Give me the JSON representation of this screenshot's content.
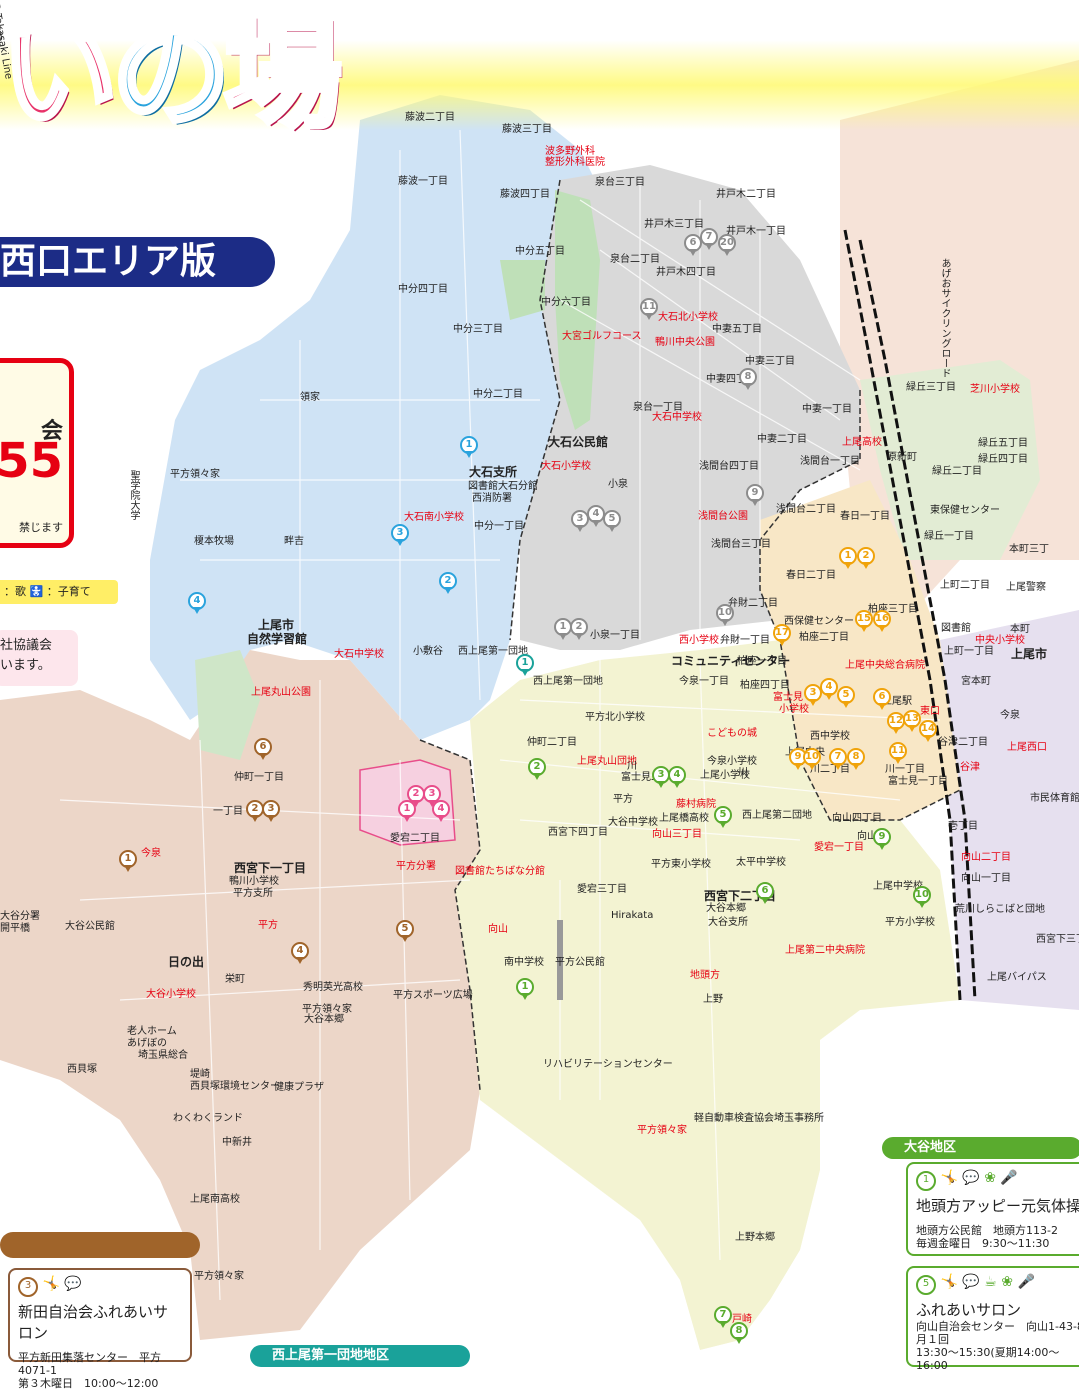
{
  "title": {
    "part1": "い",
    "part2": "の",
    "part3": "場"
  },
  "edition_label": "西口エリア版",
  "phone": {
    "line1": "会",
    "number": "55",
    "note": "禁じます"
  },
  "legend": {
    "text": "：歌",
    "text2": "：子育て"
  },
  "notice": {
    "line1": "社協議会",
    "line2": "います。"
  },
  "colors": {
    "oishi": "#cfe3f5",
    "hirakata": "#ecd6c8",
    "oya": "#f3f3d2",
    "kamio": "#d9d9d9",
    "kamio_east": "#f8e7c6",
    "green_east": "#e2ecd4",
    "title_pink": "#e8336a",
    "title_blue": "#2aa3dd",
    "edition_bg": "#1c2c86",
    "pin_blue": "#2aa3dd",
    "pin_brown": "#a0642a",
    "pin_green": "#5aab2e",
    "pin_gray": "#8c8c8c",
    "pin_orange": "#f0a30a",
    "pin_teal": "#1aa29a",
    "pin_pink": "#e84d8a"
  },
  "labels": [
    {
      "text": "藤波二丁目"
    },
    {
      "text": "藤波三丁目"
    },
    {
      "text": "波多野外科"
    },
    {
      "text": "整形外科医院"
    },
    {
      "text": "藤波一丁目"
    },
    {
      "text": "藤波四丁目"
    },
    {
      "text": "泉台三丁目"
    },
    {
      "text": "井戸木二丁目"
    },
    {
      "text": "井戸木三丁目"
    },
    {
      "text": "井戸木一丁目"
    },
    {
      "text": "中分五丁目"
    },
    {
      "text": "泉台二丁目"
    },
    {
      "text": "井戸木四丁目"
    },
    {
      "text": "中分四丁目"
    },
    {
      "text": "中分六丁目"
    },
    {
      "text": "中分三丁目"
    },
    {
      "text": "大石北小学校"
    },
    {
      "text": "大宮ゴルフコース"
    },
    {
      "text": "鴨川中央公園"
    },
    {
      "text": "中妻五丁目"
    },
    {
      "text": "中妻三丁目"
    },
    {
      "text": "中妻四丁目"
    },
    {
      "text": "領家"
    },
    {
      "text": "中分二丁目"
    },
    {
      "text": "泉台一丁目"
    },
    {
      "text": "大石中学校"
    },
    {
      "text": "中妻一丁目"
    },
    {
      "text": "緑丘三丁目"
    },
    {
      "text": "芝川小学校"
    },
    {
      "text": "大石公民館"
    },
    {
      "text": "中妻二丁目"
    },
    {
      "text": "上尾高校"
    },
    {
      "text": "原新町"
    },
    {
      "text": "緑丘五丁目"
    },
    {
      "text": "大石小学校"
    },
    {
      "text": "浅間台四丁目"
    },
    {
      "text": "浅間台一丁目"
    },
    {
      "text": "緑丘四丁目"
    },
    {
      "text": "大石支所"
    },
    {
      "text": "図書館大石分館"
    },
    {
      "text": "小泉"
    },
    {
      "text": "緑丘二丁目"
    },
    {
      "text": "西消防署"
    },
    {
      "text": "浅間台二丁目"
    },
    {
      "text": "春日一丁目"
    },
    {
      "text": "東保健センター"
    },
    {
      "text": "大石南小学校"
    },
    {
      "text": "中分一丁目"
    },
    {
      "text": "浅間台公園"
    },
    {
      "text": "緑丘一丁目"
    },
    {
      "text": "浅間台三丁目"
    },
    {
      "text": "本町三丁"
    },
    {
      "text": "榎本牧場"
    },
    {
      "text": "畔吉"
    },
    {
      "text": "春日二丁目"
    },
    {
      "text": "上町二丁目"
    },
    {
      "text": "弁財二丁目"
    },
    {
      "text": "柏座三丁目"
    },
    {
      "text": "上尾警察"
    },
    {
      "text": "上尾市"
    },
    {
      "text": "自然学習館"
    },
    {
      "text": "西保健センター"
    },
    {
      "text": "図書館"
    },
    {
      "text": "本町"
    },
    {
      "text": "柏座二丁目"
    },
    {
      "text": "中央小学校"
    },
    {
      "text": "小敷谷"
    },
    {
      "text": "西上尾第一団地"
    },
    {
      "text": "小泉一丁目"
    },
    {
      "text": "西小学校"
    },
    {
      "text": "弁財一丁目"
    },
    {
      "text": "上町一丁目"
    },
    {
      "text": "大石中学校"
    },
    {
      "text": "上尾中央総合病院"
    },
    {
      "text": "コミュニティセンター"
    },
    {
      "text": "柏座一丁目"
    },
    {
      "text": "上尾市"
    },
    {
      "text": "上尾丸山公園"
    },
    {
      "text": "西上尾第一団地"
    },
    {
      "text": "今泉一丁目"
    },
    {
      "text": "柏座四丁目"
    },
    {
      "text": "宮本町"
    },
    {
      "text": "富士見"
    },
    {
      "text": "小学校"
    },
    {
      "text": "上尾駅"
    },
    {
      "text": "東口"
    },
    {
      "text": "平方北小学校"
    },
    {
      "text": "今泉"
    },
    {
      "text": "仲町二丁目"
    },
    {
      "text": "こどもの城"
    },
    {
      "text": "西中学校"
    },
    {
      "text": "谷津二丁目"
    },
    {
      "text": "仲町一丁目"
    },
    {
      "text": "上尾丸山団地"
    },
    {
      "text": "今泉小学校"
    },
    {
      "text": "川"
    },
    {
      "text": "上尾中央"
    },
    {
      "text": "上尾西口"
    },
    {
      "text": "富士見二丁目"
    },
    {
      "text": "上尾小学校"
    },
    {
      "text": "川"
    },
    {
      "text": "川二丁目"
    },
    {
      "text": "川一丁目"
    },
    {
      "text": "富士見一丁目"
    },
    {
      "text": "谷津"
    },
    {
      "text": "一丁目"
    },
    {
      "text": "藤村病院"
    },
    {
      "text": "平方"
    },
    {
      "text": "市民体育館"
    },
    {
      "text": "今泉"
    },
    {
      "text": "愛宕二丁目"
    },
    {
      "text": "上尾橋高校"
    },
    {
      "text": "西上尾第二団地"
    },
    {
      "text": "向山四丁目"
    },
    {
      "text": "向山三丁目"
    },
    {
      "text": "西宮下四丁目"
    },
    {
      "text": "大谷中学校"
    },
    {
      "text": "壱丁目"
    },
    {
      "text": "向山"
    },
    {
      "text": "愛宕一丁目"
    },
    {
      "text": "西宮下一丁目"
    },
    {
      "text": "鴨川小学校"
    },
    {
      "text": "平方支所"
    },
    {
      "text": "平方分署"
    },
    {
      "text": "図書館たちばな分館"
    },
    {
      "text": "平方東小学校"
    },
    {
      "text": "太平中学校"
    },
    {
      "text": "向山二丁目"
    },
    {
      "text": "向山一丁目"
    },
    {
      "text": "上尾中学校"
    },
    {
      "text": "愛宕三丁目"
    },
    {
      "text": "西宮下二丁目"
    },
    {
      "text": "大谷本郷"
    },
    {
      "text": "大谷支所"
    },
    {
      "text": "大谷公民館"
    },
    {
      "text": "大谷分署"
    },
    {
      "text": "開平橋"
    },
    {
      "text": "平方"
    },
    {
      "text": "Hirakata"
    },
    {
      "text": "平方小学校"
    },
    {
      "text": "向山"
    },
    {
      "text": "西宮下三丁目"
    },
    {
      "text": "上尾第二中央病院"
    },
    {
      "text": "日の出"
    },
    {
      "text": "南中学校"
    },
    {
      "text": "平方公民館"
    },
    {
      "text": "地頭方"
    },
    {
      "text": "上尾バイパス"
    },
    {
      "text": "大谷小学校"
    },
    {
      "text": "栄町"
    },
    {
      "text": "秀明英光高校"
    },
    {
      "text": "平方スポーツ広場"
    },
    {
      "text": "上野"
    },
    {
      "text": "平方領々家"
    },
    {
      "text": "大谷本郷"
    },
    {
      "text": "老人ホーム"
    },
    {
      "text": "あげぼの"
    },
    {
      "text": "埼玉県総合"
    },
    {
      "text": "リハビリテーションセンター"
    },
    {
      "text": "西貝塚"
    },
    {
      "text": "堤崎"
    },
    {
      "text": "西貝塚環境センター"
    },
    {
      "text": "健康プラザ"
    },
    {
      "text": "わくわくランド"
    },
    {
      "text": "軽自動車検査協会埼玉事務所"
    },
    {
      "text": "平方領々家"
    },
    {
      "text": "中新井"
    },
    {
      "text": "上尾南高校"
    },
    {
      "text": "上野本郷"
    },
    {
      "text": "平方領々家"
    },
    {
      "text": "戸崎"
    },
    {
      "text": "平方領々家"
    },
    {
      "text": "聖学院大学"
    },
    {
      "text": "あげおサイクリングロード"
    },
    {
      "text": "荒川"
    },
    {
      "text": "しらこばと団地"
    },
    {
      "text": "JR高崎線"
    },
    {
      "text": "JR Takasaki Line"
    }
  ],
  "pins": [
    {
      "num": "1",
      "kind": "blue"
    },
    {
      "num": "2",
      "kind": "blue"
    },
    {
      "num": "3",
      "kind": "blue"
    },
    {
      "num": "4",
      "kind": "blue"
    },
    {
      "num": "1",
      "kind": "teal"
    },
    {
      "num": "6",
      "kind": "gray"
    },
    {
      "num": "7",
      "kind": "gray"
    },
    {
      "num": "20",
      "kind": "gray"
    },
    {
      "num": "11",
      "kind": "gray"
    },
    {
      "num": "8",
      "kind": "gray"
    },
    {
      "num": "9",
      "kind": "gray"
    },
    {
      "num": "3",
      "kind": "gray"
    },
    {
      "num": "4",
      "kind": "gray"
    },
    {
      "num": "5",
      "kind": "gray"
    },
    {
      "num": "1",
      "kind": "gray"
    },
    {
      "num": "2",
      "kind": "gray"
    },
    {
      "num": "10",
      "kind": "gray"
    },
    {
      "num": "1",
      "kind": "orange"
    },
    {
      "num": "2",
      "kind": "orange"
    },
    {
      "num": "15",
      "kind": "orange"
    },
    {
      "num": "16",
      "kind": "orange"
    },
    {
      "num": "17",
      "kind": "orange"
    },
    {
      "num": "3",
      "kind": "orange"
    },
    {
      "num": "4",
      "kind": "orange"
    },
    {
      "num": "5",
      "kind": "orange"
    },
    {
      "num": "6",
      "kind": "orange"
    },
    {
      "num": "12",
      "kind": "orange"
    },
    {
      "num": "13",
      "kind": "orange"
    },
    {
      "num": "14",
      "kind": "orange"
    },
    {
      "num": "11",
      "kind": "orange"
    },
    {
      "num": "9",
      "kind": "orange"
    },
    {
      "num": "10",
      "kind": "orange"
    },
    {
      "num": "7",
      "kind": "orange"
    },
    {
      "num": "8",
      "kind": "orange"
    },
    {
      "num": "6",
      "kind": "brown"
    },
    {
      "num": "2",
      "kind": "brown"
    },
    {
      "num": "3",
      "kind": "brown"
    },
    {
      "num": "1",
      "kind": "brown"
    },
    {
      "num": "4",
      "kind": "brown"
    },
    {
      "num": "5",
      "kind": "brown"
    },
    {
      "num": "2",
      "kind": "pink"
    },
    {
      "num": "3",
      "kind": "pink"
    },
    {
      "num": "1",
      "kind": "pink"
    },
    {
      "num": "4",
      "kind": "pink"
    },
    {
      "num": "2",
      "kind": "green"
    },
    {
      "num": "3",
      "kind": "green"
    },
    {
      "num": "4",
      "kind": "green"
    },
    {
      "num": "5",
      "kind": "green"
    },
    {
      "num": "6",
      "kind": "green"
    },
    {
      "num": "1",
      "kind": "green"
    },
    {
      "num": "9",
      "kind": "green"
    },
    {
      "num": "10",
      "kind": "green"
    },
    {
      "num": "7",
      "kind": "green"
    },
    {
      "num": "8",
      "kind": "green"
    }
  ],
  "cards": {
    "hirakata": {
      "pin": "3",
      "name": "新田自治会ふれあいサロン",
      "line1": "平方新田集落センター　平方4071-1",
      "line2": "第３木曜日　10:00～12:00"
    },
    "oya_header": "大谷地区",
    "oya1": {
      "pin": "1",
      "name": "地頭方アッピー元気体操",
      "line1": "地頭方公民館　地頭方113-2",
      "line2": "毎週金曜日　9:30～11:30"
    },
    "oya5": {
      "pin": "5",
      "name": "ふれあいサロン",
      "line1": "向山自治会センター　向山1-43-8",
      "line2": "月１回",
      "line3": "13:30～15:30(夏期14:00～16:00"
    },
    "nishiageo_banner": "西上尾第一団地地区"
  }
}
